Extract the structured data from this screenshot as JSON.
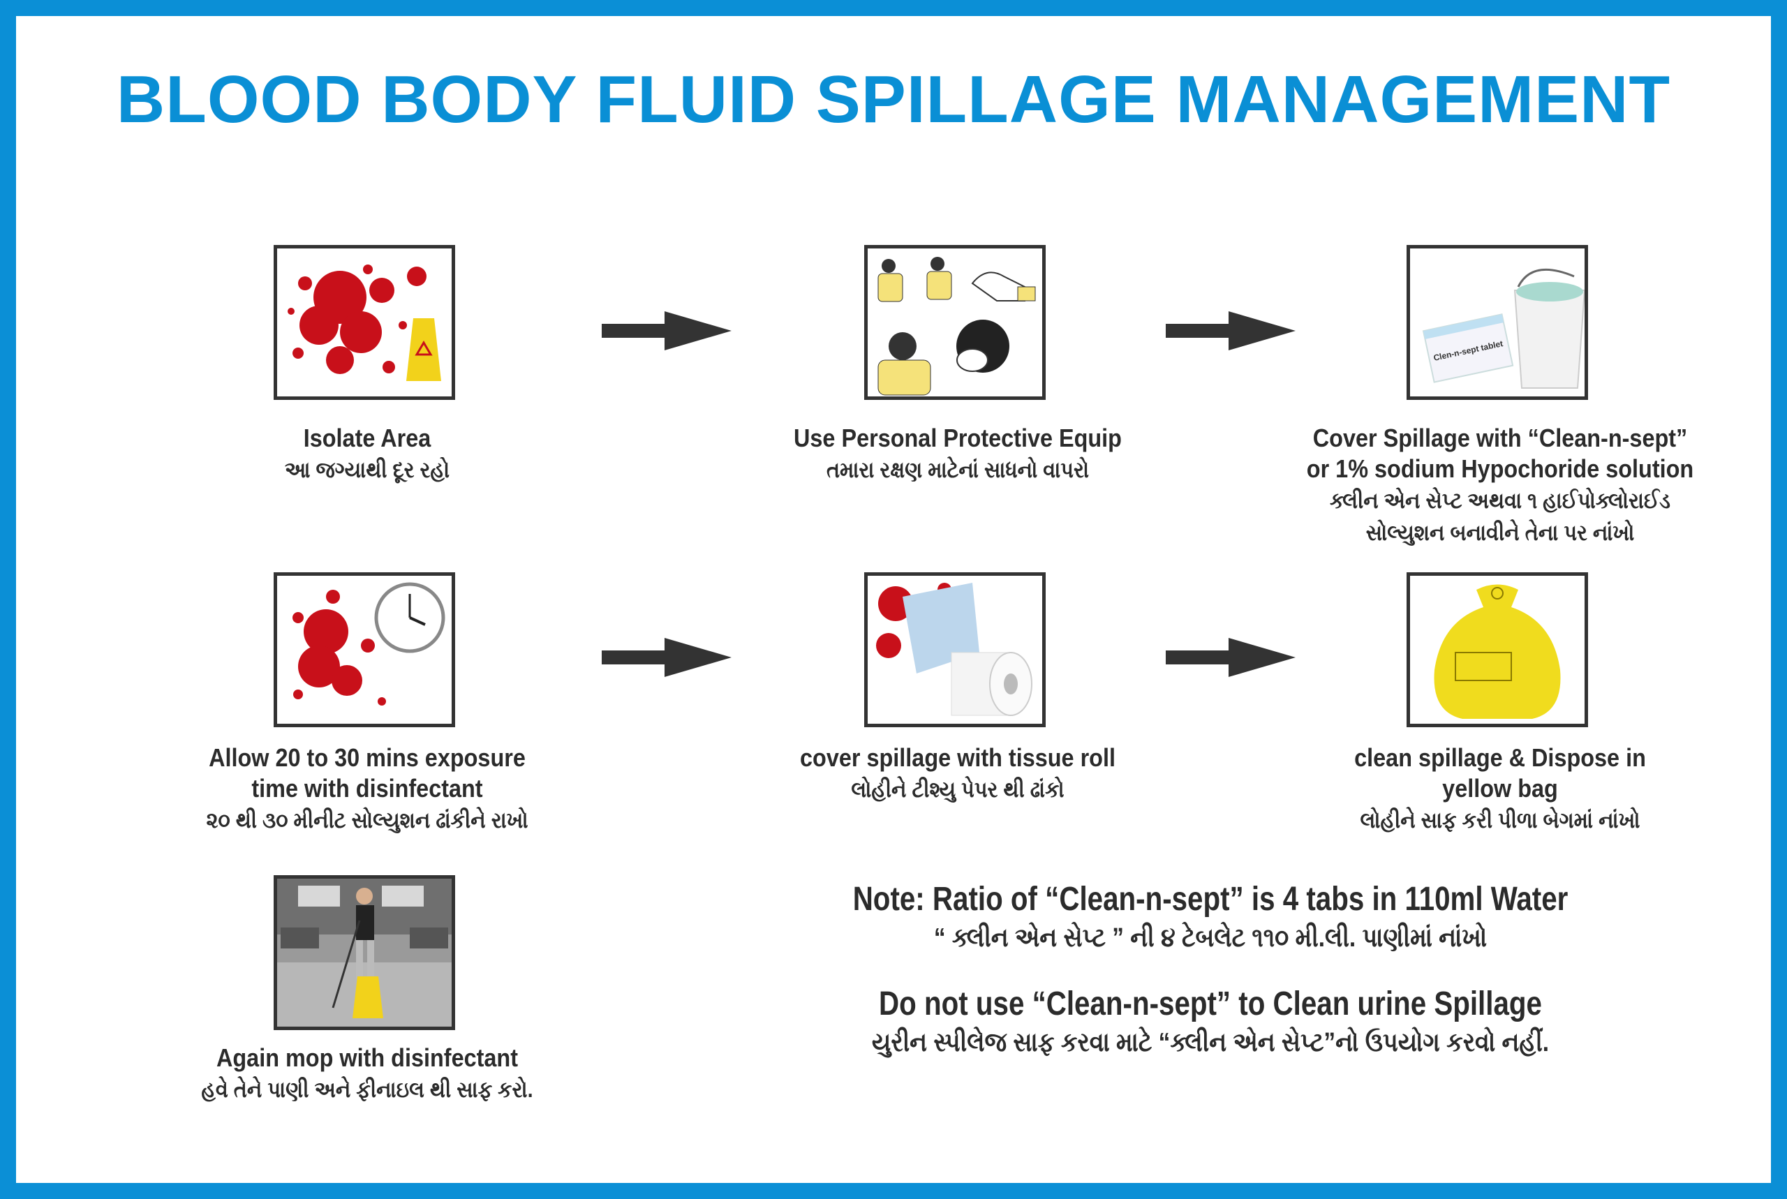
{
  "title": "BLOOD BODY FLUID SPILLAGE MANAGEMENT",
  "colors": {
    "brand_blue": "#0b8fd6",
    "text": "#2b2b2b",
    "blood": "#c8101a",
    "warning_yellow": "#f2d21b"
  },
  "steps": [
    {
      "en": "Isolate Area",
      "gu": "આ જગ્યાથી દૂર રહો",
      "image": "blood-spill-with-wet-floor-sign"
    },
    {
      "en": "Use Personal Protective Equip",
      "gu": "તમારા રક્ષણ માટેનાં સાધનો વાપરો",
      "image": "ppe-gown-gloves-mask"
    },
    {
      "en": "Cover Spillage with “Clean-n-sept”",
      "en2": "or 1% sodium Hypochoride solution",
      "gu": "ક્લીન એન સેપ્ટ અથવા ૧ હાઈપોક્લોરાઈડ",
      "gu2": "સોલ્યુશન બનાવીને તેના પર નાંખો",
      "image": "tablet-box-and-bucket",
      "box_label": "Clen-n-sept tablet"
    },
    {
      "en": "Allow 20 to 30 mins exposure",
      "en2": "time with disinfectant",
      "gu": "૨૦ થી ૩૦ મીનીટ સોલ્યુશન ઢાંકીને રાખો",
      "image": "blood-spill-with-clock"
    },
    {
      "en": "cover spillage with tissue roll",
      "gu": "લોહીને ટીશ્યુ પેપર થી ઢાંકો",
      "image": "tissue-roll"
    },
    {
      "en": "clean spillage & Dispose in",
      "en2": "yellow bag",
      "gu": "લોહીને સાફ કરી પીળા બેગમાં નાંખો",
      "image": "yellow-biohazard-bag"
    },
    {
      "en": "Again mop with disinfectant",
      "gu": "હવે તેને પાણી અને ફીનાઇલ થી સાફ કરો.",
      "image": "mopping-ward-floor"
    }
  ],
  "notes": [
    {
      "en": "Note: Ratio of “Clean-n-sept” is 4 tabs in 110ml Water",
      "gu": "“ ક્લીન એન સેપ્ટ ” ની ૪ ટેબલેટ ૧૧૦ મી.લી. પાણીમાં નાંખો"
    },
    {
      "en": "Do not use “Clean-n-sept” to Clean urine Spillage",
      "gu": "યુરીન સ્પીલેજ સાફ કરવા માટે “ક્લીન એન સેપ્ટ”નો ઉપયોગ કરવો નહીં."
    }
  ]
}
